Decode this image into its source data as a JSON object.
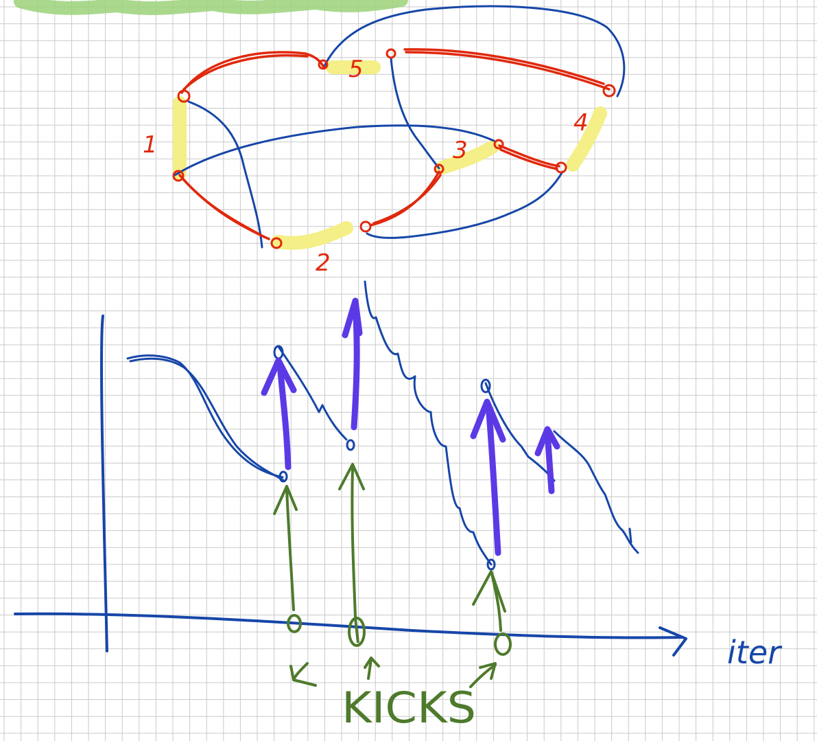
{
  "colors": {
    "paper": "#ffffff",
    "grid": "#c8c8c8",
    "ink_blue": "#1646a8",
    "ink_red": "#e0280c",
    "ink_yellow": "#f4ef86",
    "ink_green": "#4e7a2c",
    "ink_purple": "#5b3ae6",
    "ink_lightgreen": "#9bd27a"
  },
  "graph": {
    "edge_labels": [
      "1",
      "2",
      "3",
      "4",
      "5"
    ]
  },
  "plot": {
    "x_axis_label": "iter",
    "annotation": "KICKS"
  },
  "icons": {
    "x_axis_arrow": "arrow-right-icon",
    "kick_arrow": "arrow-up-icon"
  }
}
